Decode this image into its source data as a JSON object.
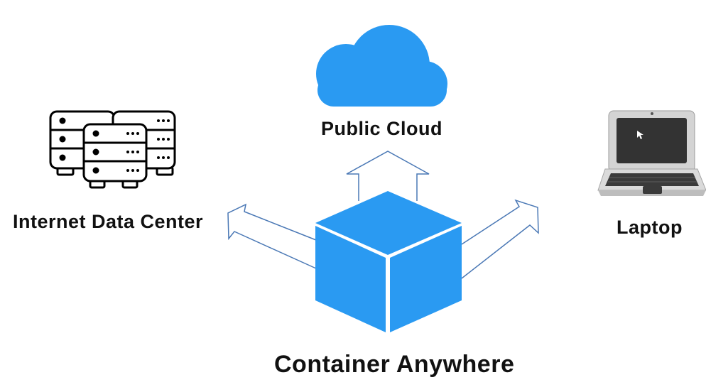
{
  "labels": {
    "public_cloud": "Public Cloud",
    "internet_data_center": "Internet Data Center",
    "laptop": "Laptop",
    "container_anywhere": "Container Anywhere"
  },
  "icons": {
    "cloud": "cloud-icon",
    "servers": "server-rack-icon",
    "laptop": "laptop-icon",
    "container": "cube-icon"
  },
  "colors": {
    "accent_blue": "#2A9AF2",
    "arrow_stroke": "#4A78B5",
    "text": "#111111"
  }
}
